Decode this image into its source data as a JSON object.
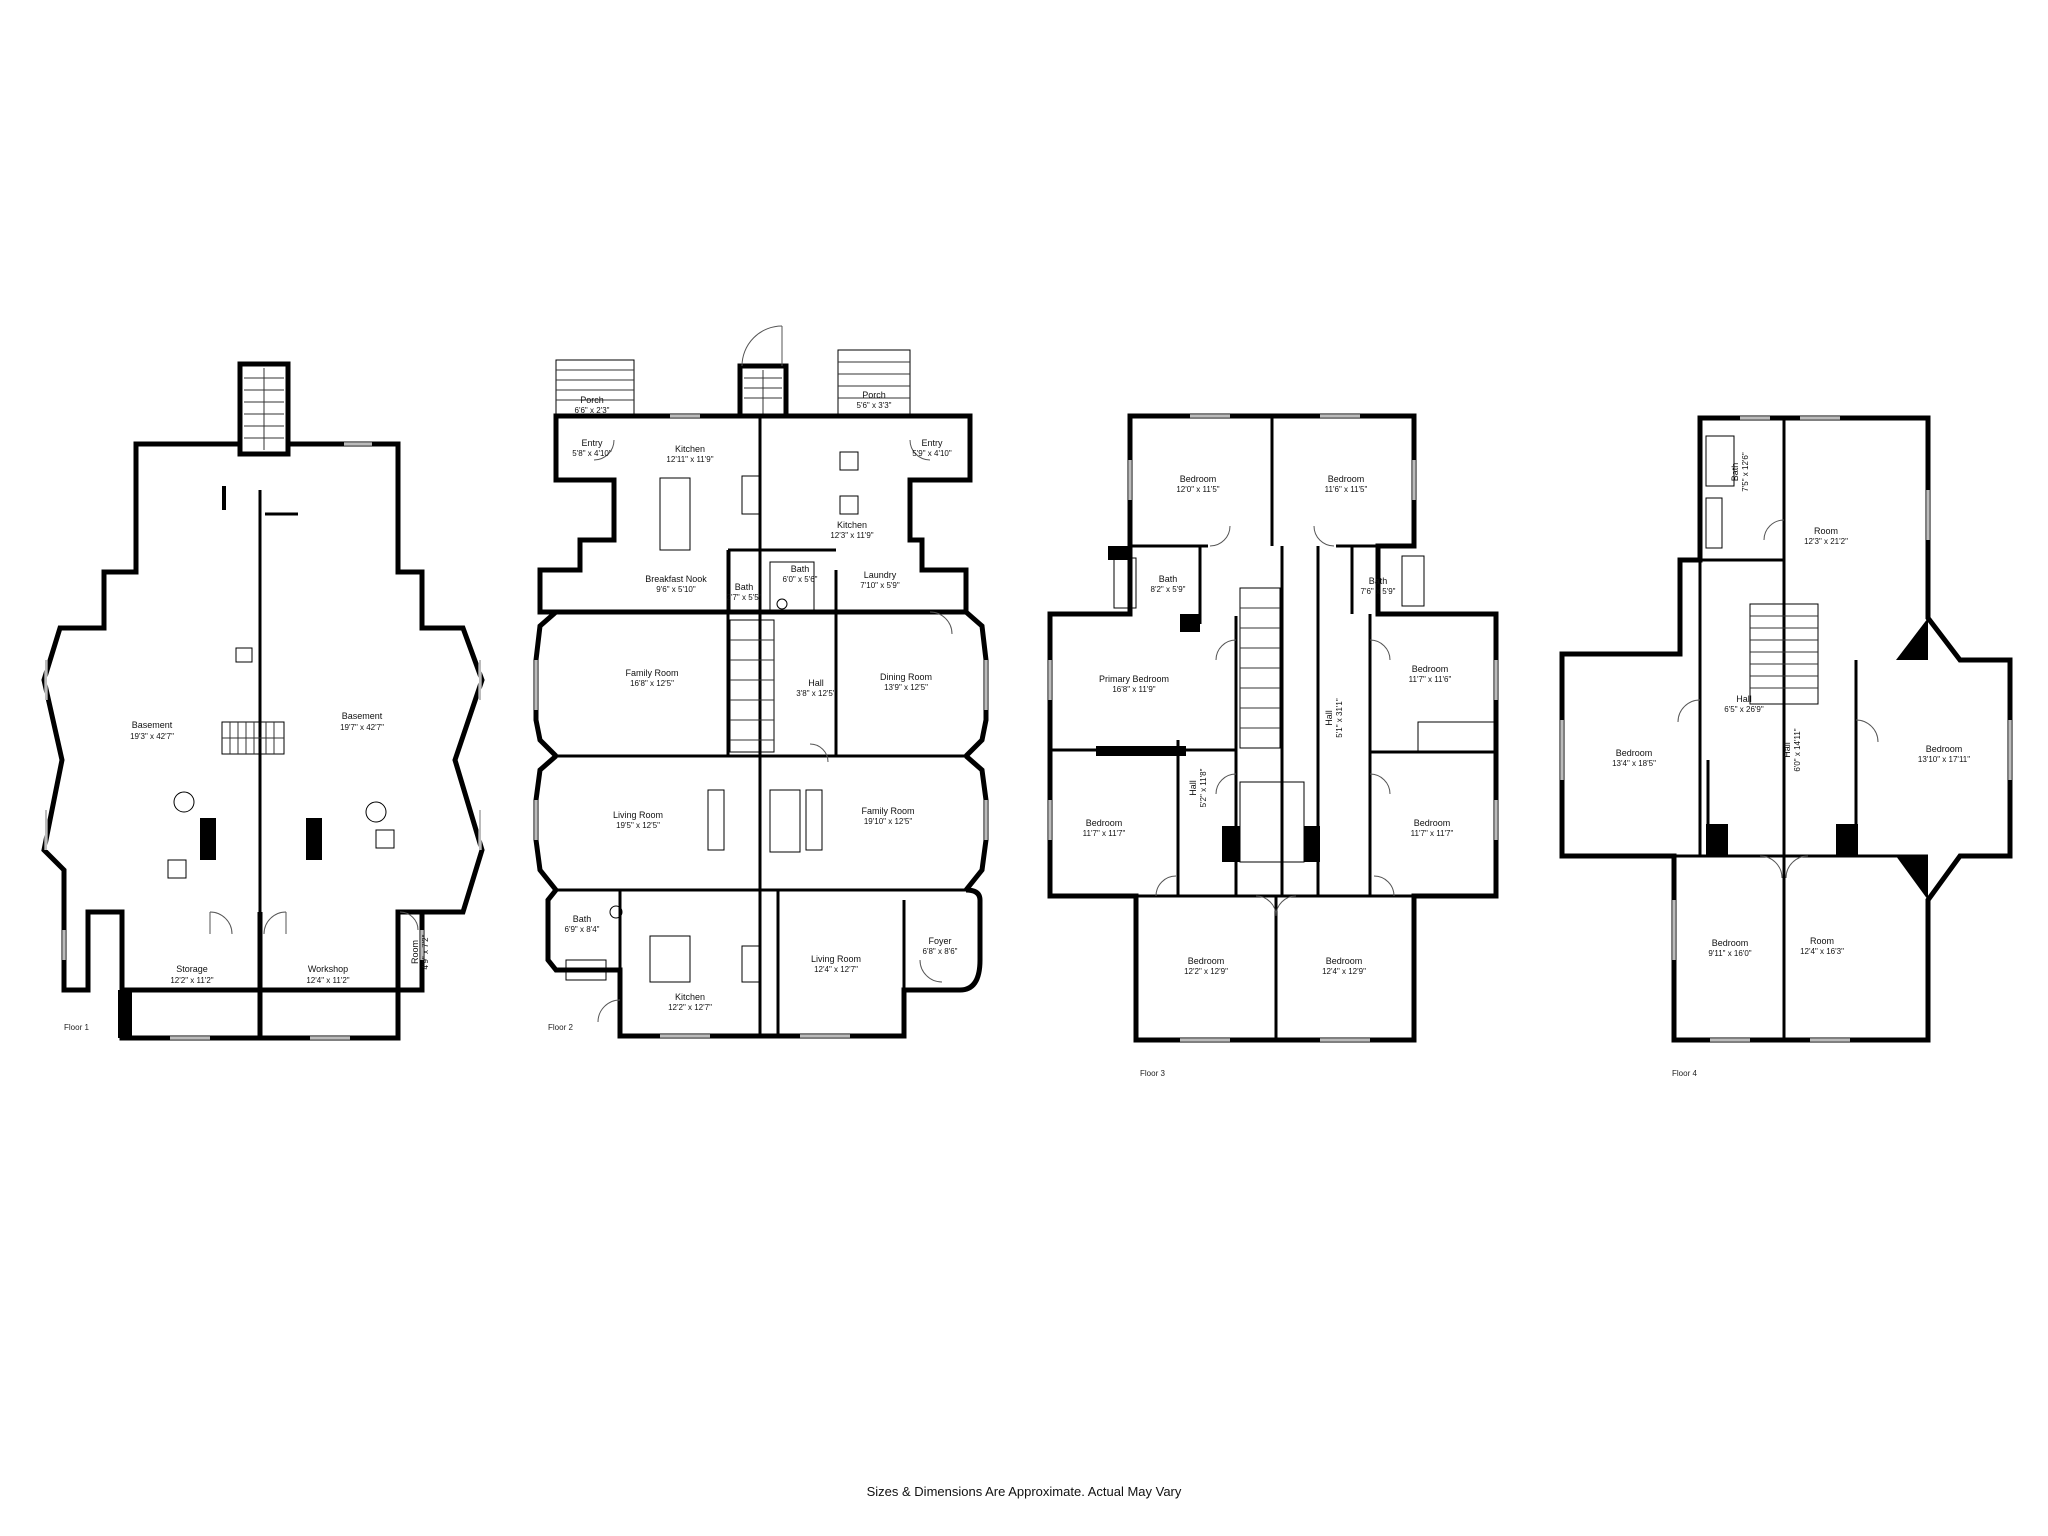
{
  "floors": [
    {
      "label": "Floor 1",
      "rooms": [
        {
          "name": "Basement",
          "dims": "19'3\" x 42'7\""
        },
        {
          "name": "Basement",
          "dims": "19'7\" x 42'7\""
        },
        {
          "name": "Storage",
          "dims": "12'2\" x 11'2\""
        },
        {
          "name": "Workshop",
          "dims": "12'4\" x 11'2\""
        },
        {
          "name": "Room",
          "dims": "4'9\" x 7'2\""
        }
      ]
    },
    {
      "label": "Floor 2",
      "rooms": [
        {
          "name": "Porch",
          "dims": "6'6\" x 2'3\""
        },
        {
          "name": "Entry",
          "dims": "5'8\" x 4'10\""
        },
        {
          "name": "Kitchen",
          "dims": "12'11\" x 11'9\""
        },
        {
          "name": "Breakfast Nook",
          "dims": "9'6\" x 5'10\""
        },
        {
          "name": "Bath",
          "dims": "2'7\" x 5'5\""
        },
        {
          "name": "Bath",
          "dims": "6'0\" x 5'6\""
        },
        {
          "name": "Porch",
          "dims": "5'6\" x 3'3\""
        },
        {
          "name": "Entry",
          "dims": "5'9\" x 4'10\""
        },
        {
          "name": "Kitchen",
          "dims": "12'3\" x 11'9\""
        },
        {
          "name": "Laundry",
          "dims": "7'10\" x 5'9\""
        },
        {
          "name": "Family Room",
          "dims": "16'8\" x 12'5\""
        },
        {
          "name": "Hall",
          "dims": "3'8\" x 12'5\""
        },
        {
          "name": "Dining Room",
          "dims": "13'9\" x 12'5\""
        },
        {
          "name": "Living Room",
          "dims": "19'5\" x 12'5\""
        },
        {
          "name": "Family Room",
          "dims": "19'10\" x 12'5\""
        },
        {
          "name": "Bath",
          "dims": "6'9\" x 8'4\""
        },
        {
          "name": "Kitchen",
          "dims": "12'2\" x 12'7\""
        },
        {
          "name": "Living Room",
          "dims": "12'4\" x 12'7\""
        },
        {
          "name": "Foyer",
          "dims": "6'8\" x 8'6\""
        }
      ]
    },
    {
      "label": "Floor 3",
      "rooms": [
        {
          "name": "Bedroom",
          "dims": "12'0\" x 11'5\""
        },
        {
          "name": "Bedroom",
          "dims": "11'6\" x 11'5\""
        },
        {
          "name": "Bath",
          "dims": "8'2\" x 5'9\""
        },
        {
          "name": "Bath",
          "dims": "7'6\" x 5'9\""
        },
        {
          "name": "Primary Bedroom",
          "dims": "16'8\" x 11'9\""
        },
        {
          "name": "Bedroom",
          "dims": "11'7\" x 11'6\""
        },
        {
          "name": "Hall",
          "dims": "5'2\" x 11'8\""
        },
        {
          "name": "Hall",
          "dims": "5'1\" x 31'1\""
        },
        {
          "name": "Bedroom",
          "dims": "11'7\" x 11'7\""
        },
        {
          "name": "Bedroom",
          "dims": "11'7\" x 11'7\""
        },
        {
          "name": "Bedroom",
          "dims": "12'2\" x 12'9\""
        },
        {
          "name": "Bedroom",
          "dims": "12'4\" x 12'9\""
        }
      ]
    },
    {
      "label": "Floor 4",
      "rooms": [
        {
          "name": "Bath",
          "dims": "7'5\" x 12'6\""
        },
        {
          "name": "Room",
          "dims": "12'3\" x 21'2\""
        },
        {
          "name": "Hall",
          "dims": "6'5\" x 26'9\""
        },
        {
          "name": "Hall",
          "dims": "6'0\" x 14'11\""
        },
        {
          "name": "Bedroom",
          "dims": "13'4\" x 18'5\""
        },
        {
          "name": "Bedroom",
          "dims": "13'10\" x 17'11\""
        },
        {
          "name": "Bedroom",
          "dims": "9'11\" x 16'0\""
        },
        {
          "name": "Room",
          "dims": "12'4\" x 16'3\""
        }
      ]
    }
  ],
  "disclaimer": "Sizes & Dimensions Are Approximate. Actual May Vary"
}
